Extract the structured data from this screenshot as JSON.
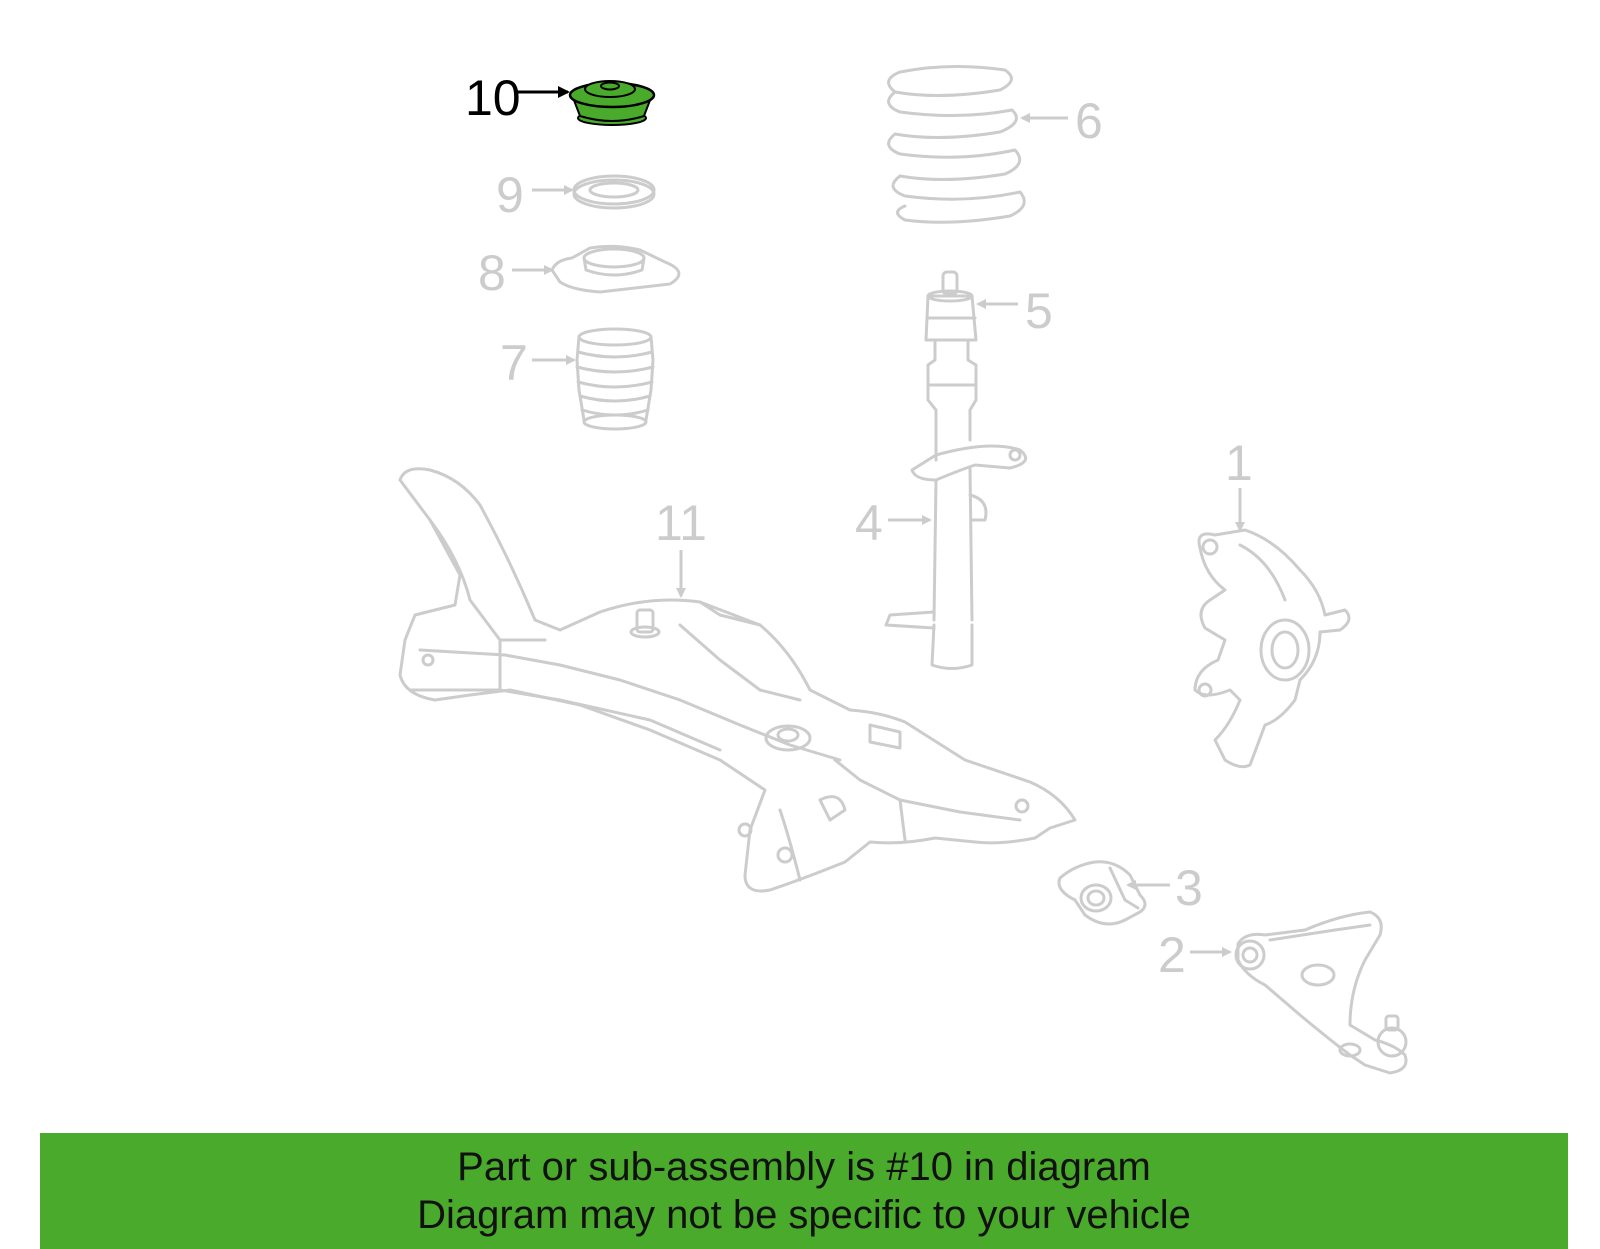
{
  "diagram": {
    "highlight_color": "#4aaa2b",
    "line_color": "#cccccc",
    "highlighted_part": "10",
    "labels": {
      "p1": "1",
      "p2": "2",
      "p3": "3",
      "p4": "4",
      "p5": "5",
      "p6": "6",
      "p7": "7",
      "p8": "8",
      "p9": "9",
      "p10": "10",
      "p11": "11"
    }
  },
  "footer": {
    "background": "#4aaa2b",
    "line1": "Part or sub-assembly is #10 in diagram",
    "line2": "Diagram may not be specific to your vehicle"
  }
}
